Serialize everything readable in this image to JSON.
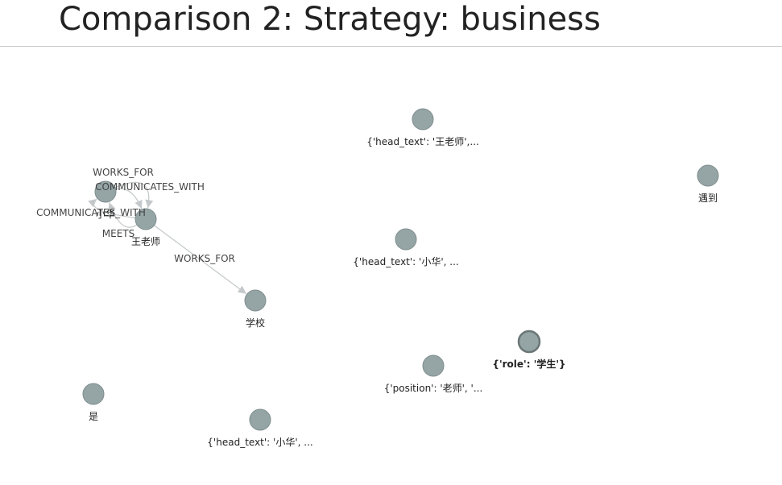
{
  "page": {
    "title": "Comparison 2: Strategy: business"
  },
  "graph": {
    "nodes": [
      {
        "id": "n_wang_text",
        "label": "{'head_text': '王老师',..."
      },
      {
        "id": "n_meet",
        "label": "遇到"
      },
      {
        "id": "n_xiaohua",
        "label": "小华"
      },
      {
        "id": "n_wang",
        "label": "王老师"
      },
      {
        "id": "n_xiaohua_text1",
        "label": "{'head_text': '小华', ..."
      },
      {
        "id": "n_school",
        "label": "学校"
      },
      {
        "id": "n_role",
        "label": "{'role': '学生'}",
        "selected": true
      },
      {
        "id": "n_position",
        "label": "{'position': '老师', '..."
      },
      {
        "id": "n_is",
        "label": "是"
      },
      {
        "id": "n_xiaohua_text2",
        "label": "{'head_text': '小华', ..."
      }
    ],
    "edges": [
      {
        "id": "e1",
        "source": "n_xiaohua",
        "target": "n_wang",
        "label": "WORKS_FOR"
      },
      {
        "id": "e2",
        "source": "n_xiaohua",
        "target": "n_wang",
        "label": "COMMUNICATES_WITH"
      },
      {
        "id": "e3",
        "source": "n_wang",
        "target": "n_xiaohua",
        "label": "COMMUNICATES_WITH"
      },
      {
        "id": "e4",
        "source": "n_wang",
        "target": "n_xiaohua",
        "label": "MEETS"
      },
      {
        "id": "e5",
        "source": "n_wang",
        "target": "n_school",
        "label": "WORKS_FOR"
      }
    ],
    "colors": {
      "node_fill": "#95a5a6",
      "node_stroke": "#7f8c8d",
      "edge": "#c4c8ca",
      "arrow": "#c4c8ca",
      "label": "#222222"
    }
  }
}
